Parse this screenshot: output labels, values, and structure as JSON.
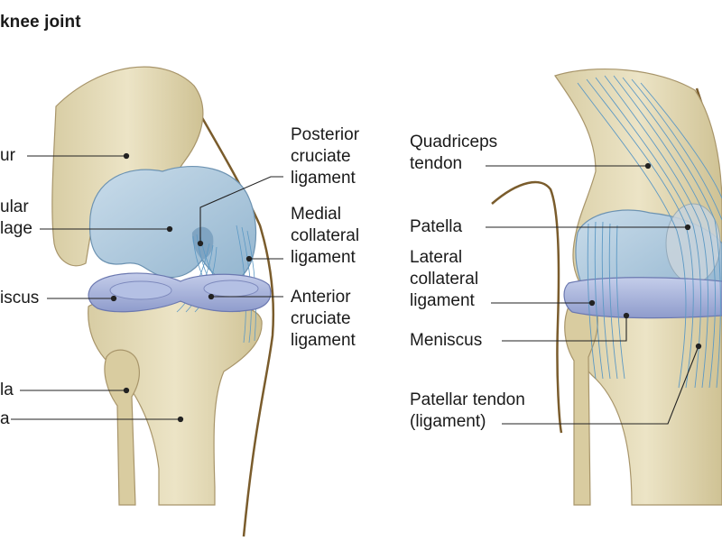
{
  "title": "knee joint",
  "colors": {
    "bone": "#e6dcb8",
    "bone_shade": "#c7b98a",
    "cartilage": "#b7cfe0",
    "cartilage_shade": "#8fb2cc",
    "meniscus": "#a9b6dc",
    "ligament": "#dbe9f4",
    "ligament_line": "#5d99c4",
    "outline": "#7a5c2c",
    "leader": "#222222"
  },
  "left_labels": {
    "femur": "ur",
    "articular_cartilage": [
      "ular",
      "lage"
    ],
    "meniscus": "iscus",
    "fibula": "la",
    "tibia": "a"
  },
  "center_labels": {
    "posterior_cruciate": [
      "Posterior",
      "cruciate",
      "ligament"
    ],
    "medial_collateral": [
      "Medial",
      "collateral",
      "ligament"
    ],
    "anterior_cruciate": [
      "Anterior",
      "cruciate",
      "ligament"
    ]
  },
  "right_labels": {
    "quadriceps_tendon": [
      "Quadriceps",
      "tendon"
    ],
    "patella": "Patella",
    "lateral_collateral": [
      "Lateral",
      "collateral",
      "ligament"
    ],
    "meniscus": "Meniscus",
    "patellar_tendon": [
      "Patellar tendon",
      "(ligament)"
    ]
  }
}
